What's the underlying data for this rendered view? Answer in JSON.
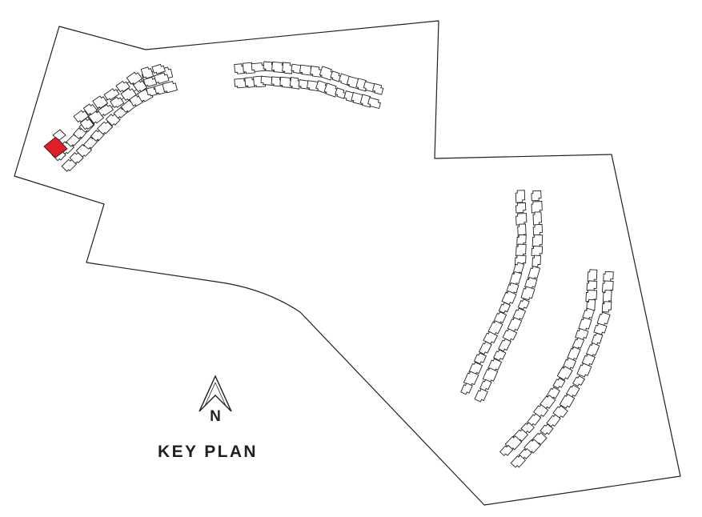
{
  "plan": {
    "title": "KEY PLAN",
    "north_label": "N",
    "colors": {
      "outline": "#231f20",
      "highlight": "#e21f26",
      "background": "#ffffff"
    },
    "highlighted_unit_count": 1
  }
}
